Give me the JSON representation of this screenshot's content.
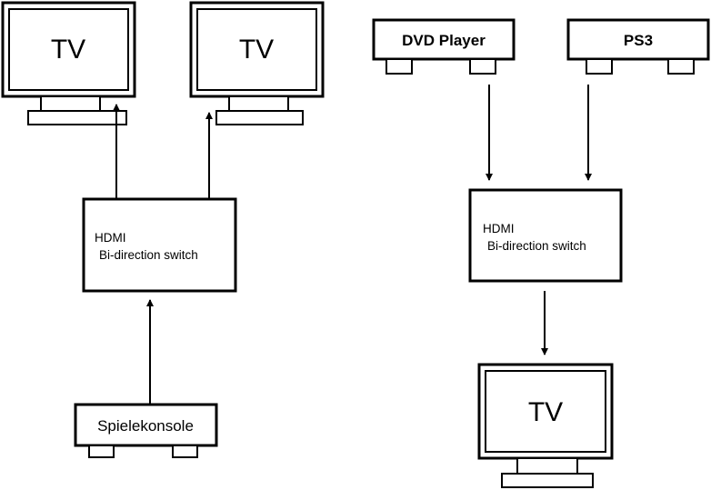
{
  "left": {
    "tv1": {
      "label": "TV"
    },
    "tv2": {
      "label": "TV"
    },
    "switch": {
      "line1": "HDMI",
      "line2": "Bi-direction switch"
    },
    "console": {
      "label": "Spielekonsole"
    }
  },
  "right": {
    "dvd": {
      "label": "DVD Player"
    },
    "ps3": {
      "label": "PS3"
    },
    "switch": {
      "line1": "HDMI",
      "line2": "Bi-direction switch"
    },
    "tv": {
      "label": "TV"
    }
  }
}
